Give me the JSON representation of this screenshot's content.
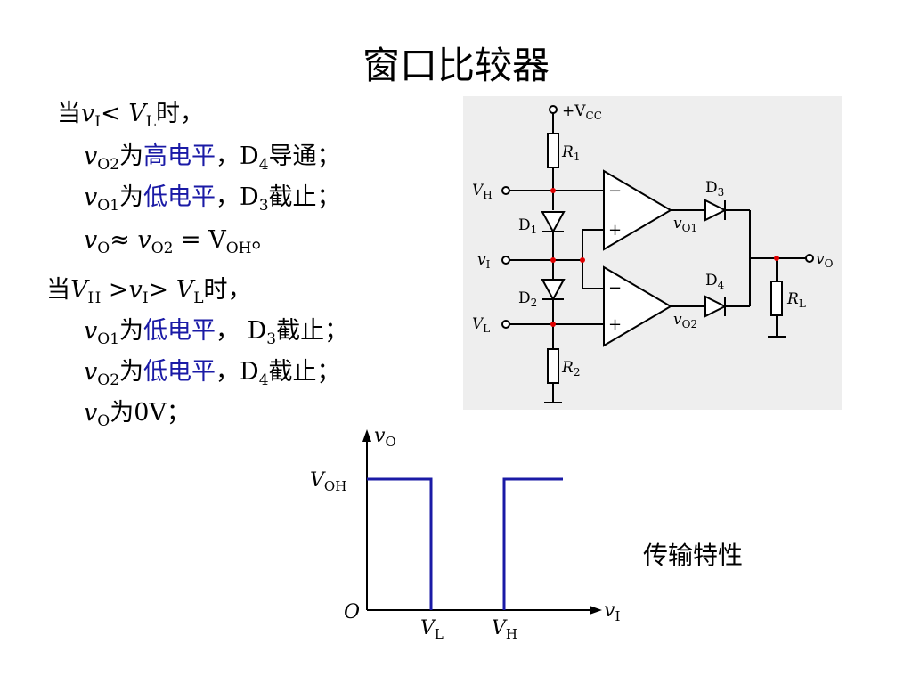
{
  "title": "窗口比较器",
  "case1": {
    "condition": {
      "prefix": "当",
      "v": "v",
      "v_sub": "I",
      "op": "< ",
      "V": "V",
      "V_sub": "L",
      "suffix": "时，"
    },
    "line_o2": {
      "v": "v",
      "v_sub": "O2",
      "word": "为",
      "level": "高电平",
      "sep": "，",
      "D": "D",
      "D_sub": "4",
      "state": "导通；"
    },
    "line_o1": {
      "v": "v",
      "v_sub": "O1",
      "word": "为",
      "level": "低电平",
      "sep": "，",
      "D": "D",
      "D_sub": "3",
      "state": "截止；"
    },
    "result": {
      "v": "v",
      "v_sub": "O",
      "approx": "≈ ",
      "v2": "v",
      "v2_sub": "O2",
      "eq": " = V",
      "eq_sub": "OH",
      "end": "。"
    }
  },
  "case2": {
    "condition": {
      "prefix": "当",
      "V": "V",
      "V_sub": "H",
      "op1": " >",
      "v": "v",
      "v_sub": "I",
      "op2": "> ",
      "V2": "V",
      "V2_sub": "L",
      "suffix": "时，"
    },
    "line_o1": {
      "v": "v",
      "v_sub": "O1",
      "word": "为",
      "level": "低电平",
      "sep": "， ",
      "D": "D",
      "D_sub": "3",
      "state": "截止；"
    },
    "line_o2": {
      "v": "v",
      "v_sub": "O2",
      "word": "为",
      "level": "低电平",
      "sep": "，",
      "D": "D",
      "D_sub": "4",
      "state": "截止；"
    },
    "result": {
      "v": "v",
      "v_sub": "O",
      "text": "为0V；"
    }
  },
  "circuit": {
    "vcc_label": "+V",
    "vcc_sub": "CC",
    "r1": "R",
    "r1_sub": "1",
    "r2": "R",
    "r2_sub": "2",
    "rl": "R",
    "rl_sub": "L",
    "vh": "V",
    "vh_sub": "H",
    "vi": "v",
    "vi_sub": "I",
    "vl": "V",
    "vl_sub": "L",
    "d1": "D",
    "d1_sub": "1",
    "d2": "D",
    "d2_sub": "2",
    "d3": "D",
    "d3_sub": "3",
    "d4": "D",
    "d4_sub": "4",
    "vo1": "v",
    "vo1_sub": "O1",
    "vo2": "v",
    "vo2_sub": "O2",
    "vo": "v",
    "vo_sub": "O",
    "minus": "−",
    "plus": "+"
  },
  "transfer": {
    "y_axis": "v",
    "y_axis_sub": "O",
    "x_axis": "v",
    "x_axis_sub": "I",
    "origin": "O",
    "voh": "V",
    "voh_sub": "OH",
    "vl": "V",
    "vl_sub": "L",
    "vh": "V",
    "vh_sub": "H",
    "line_color": "#1a1aa6"
  },
  "caption": "传输特性"
}
